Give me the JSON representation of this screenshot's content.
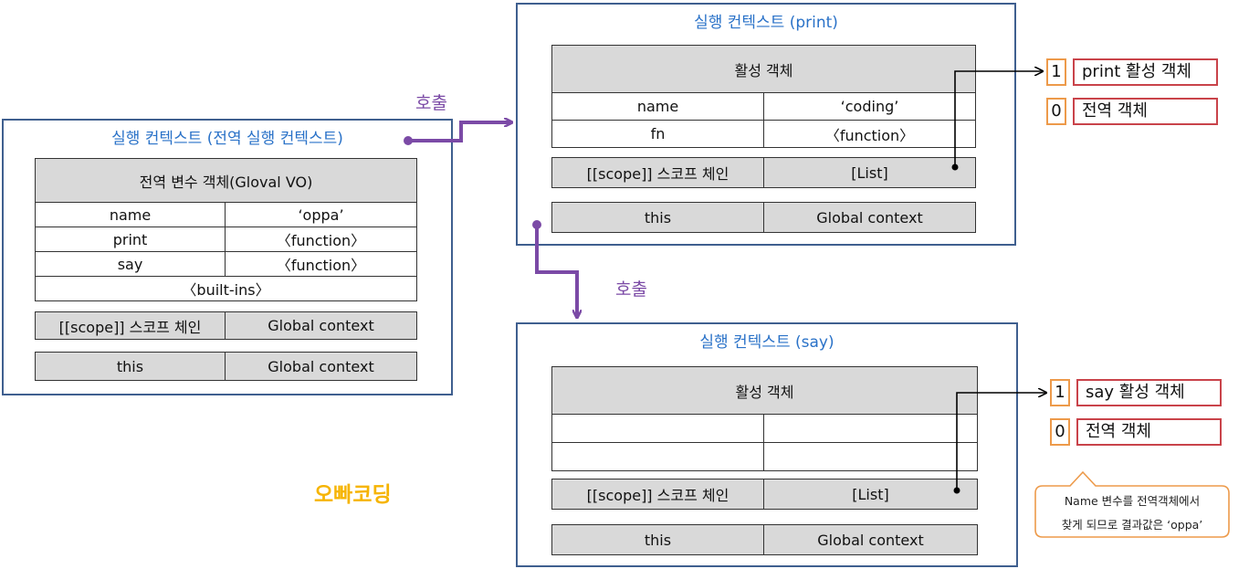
{
  "global_ctx": {
    "title": "실행 컨텍스트 (전역 실행 컨텍스트)",
    "vo_header": "전역 변수 객체(Gloval VO)",
    "rows": [
      {
        "key": "name",
        "value": "‘oppa’"
      },
      {
        "key": "print",
        "value": "〈function〉"
      },
      {
        "key": "say",
        "value": "〈function〉"
      }
    ],
    "builtins": "〈built-ins〉",
    "scope_label": "[[scope]] 스코프 체인",
    "scope_value": "Global context",
    "this_label": "this",
    "this_value": "Global context"
  },
  "print_ctx": {
    "title": "실행 컨텍스트 (print)",
    "ao_header": "활성 객체",
    "rows": [
      {
        "key": "name",
        "value": "‘coding’"
      },
      {
        "key": "fn",
        "value": "〈function〉"
      }
    ],
    "scope_label": "[[scope]] 스코프 체인",
    "scope_value": "[List]",
    "this_label": "this",
    "this_value": "Global context"
  },
  "say_ctx": {
    "title": "실행 컨텍스트 (say)",
    "ao_header": "활성 객체",
    "rows": [
      {
        "key": "",
        "value": ""
      },
      {
        "key": "",
        "value": ""
      }
    ],
    "scope_label": "[[scope]] 스코프 체인",
    "scope_value": "[List]",
    "this_label": "this",
    "this_value": "Global context"
  },
  "calls": {
    "label_1": "호출",
    "label_2": "호출"
  },
  "print_scope_list": [
    {
      "index": "1",
      "label": "print 활성 객체"
    },
    {
      "index": "0",
      "label": "전역 객체"
    }
  ],
  "say_scope_list": [
    {
      "index": "1",
      "label": "say 활성 객체"
    },
    {
      "index": "0",
      "label": "전역 객체"
    }
  ],
  "note": {
    "line1": "Name 변수를 전역객체에서",
    "line2": "찾게 되므로 결과값은 ‘oppa’"
  },
  "brand": "오빠코딩",
  "colors": {
    "context_border": "#3f5f8f",
    "title_blue": "#2a72c8",
    "call_purple": "#7b4aa6",
    "index_orange": "#ed9a4a",
    "item_red": "#c9434a",
    "brand_yellow": "#f6b400",
    "cell_gray": "#d9d9d9"
  }
}
